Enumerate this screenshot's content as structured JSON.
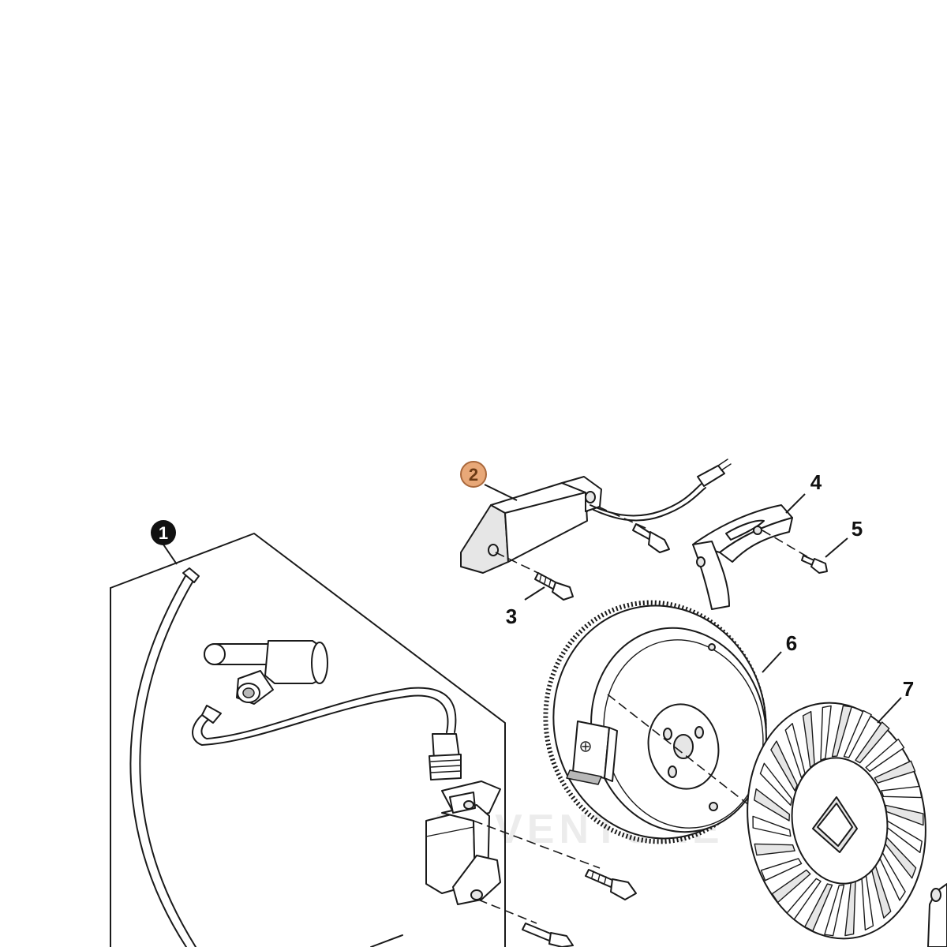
{
  "callouts": {
    "c1": "1",
    "c2": "2",
    "c3": "3",
    "c4": "4",
    "c5": "5",
    "c6": "6",
    "c7": "7"
  },
  "highlight": {
    "badge_fill": "#e8a878",
    "badge_stroke": "#a9683c",
    "badge_text_color": "#6b3a14",
    "dark_badge_fill": "#111111",
    "dark_badge_text_color": "#ffffff"
  },
  "watermark": {
    "text": "ADVENTURE"
  },
  "icons": {
    "callout_1_badge": "filled-circle-badge",
    "callout_2_badge": "highlighted-circle-badge"
  }
}
